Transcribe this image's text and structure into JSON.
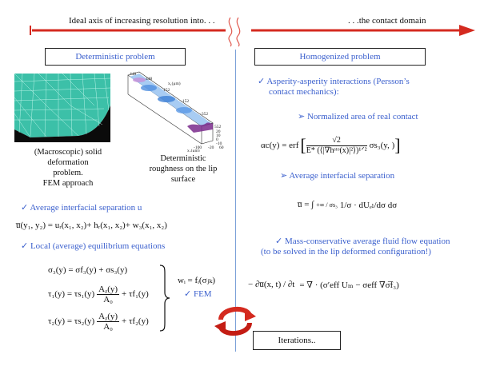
{
  "header": {
    "left_label": "Ideal axis of increasing resolution into. . .",
    "right_label": ". . .the contact domain"
  },
  "left": {
    "box_title": "Deterministic problem",
    "caption_macro": [
      "(Macroscopic) solid",
      "deformation",
      "problem.",
      "FEM approach"
    ],
    "caption_micro": [
      "Deterministic",
      "roughness on the lip",
      "surface"
    ],
    "plot_ticks": {
      "x1_label": "x₁(μm)",
      "x2_label": "x₂(μm)",
      "h_label": "hˢᵗᵒ(μm)",
      "top_ticks": [
        "448",
        "448",
        "152",
        "-152",
        "-352"
      ],
      "bottom_ticks": [
        "-100",
        "-20",
        "60"
      ],
      "right_ticks": [
        "552",
        "20",
        "10",
        "0",
        "-10",
        "-20"
      ]
    },
    "bullet_separation": "✓ Average interfacial separation u",
    "eq_separation": "u̅(y₁, y₂) = uᵣ(x₁, x₂)+ hᵣ(x₁, x₂)+ w₃(x₁, x₂)",
    "bullet_equilibrium": "✓ Local (average) equilibrium equations",
    "eq_sigma": "σ₃(y) = σf₃(y) + σs₃(y)",
    "eq_tau1_lhs": "τ₁(y) = τs₁(y)",
    "eq_tau2_lhs": "τ₂(y) = τs₂(y)",
    "frac_num": "Aᵪ(y)",
    "frac_den": "A₀",
    "eq_tau1_rhs": "+ τf₁(y)",
    "eq_tau2_rhs": "+ τf₂(y)",
    "eq_w": "wᵢ = fᵢ(σⱼₖ)",
    "fem_label": "✓ FEM"
  },
  "right": {
    "box_title": "Homogenized problem",
    "bullet_asperity": [
      "✓ Asperity-asperity interactions (Persson’s",
      "contact mechanics):"
    ],
    "bullet_area": "➢ Normalized area of real contact",
    "eq_alpha_lhs": "αc(y) = erf",
    "eq_alpha_num": "√2",
    "eq_alpha_den": "E* (⟨|∇hˢᵗᵒ(x)|²⟩)¹ᐟ²",
    "eq_alpha_rhs": "σs₃(y, )",
    "bullet_avg_sep": "➢ Average interfacial separation",
    "eq_u_lhs": "u̅ = ∫",
    "eq_u_limits": "+∞ / σs₃",
    "eq_u_body": "1/σ · dUₑₗ/dσ dσ",
    "bullet_mass": [
      "✓ Mass-conservative average fluid flow equation",
      "(to be solved in the lip deformed configuration!)"
    ],
    "eq_flow_lhs": "− ∂u̅(x, t) / ∂t",
    "eq_flow_rhs": "= ∇ · (σ′eff Uₘ − σeff ∇σ̅f₃)",
    "iterations_label": "Iterations.."
  },
  "colors": {
    "arrow": "#d42a1f",
    "accent_blue": "#3a5fcd",
    "divider": "#7aa0d8",
    "mesh": "#38b6a0"
  }
}
